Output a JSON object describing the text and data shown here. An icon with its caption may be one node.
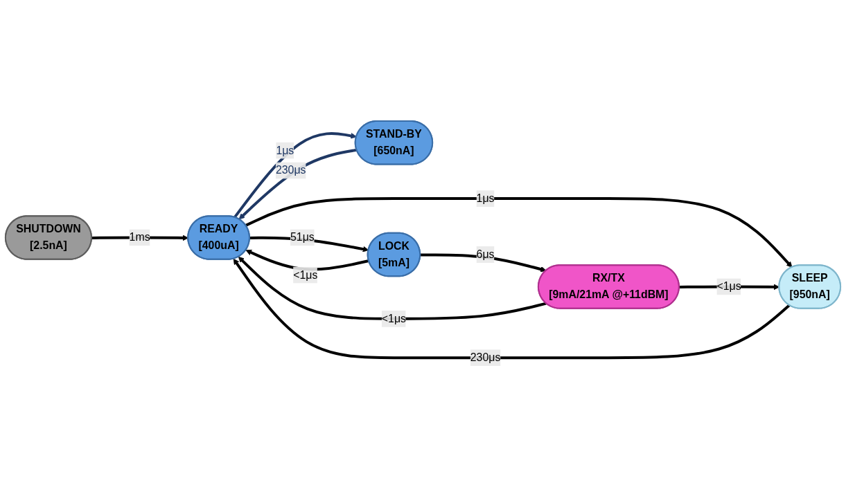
{
  "diagram": {
    "nodes": [
      {
        "text": [
          "SHUTDOWN",
          "[2.5nA]"
        ]
      },
      {
        "text": [
          "STAND-BY",
          "[650nA]"
        ]
      },
      {
        "text": [
          "READY",
          "[400uA]"
        ]
      },
      {
        "text": [
          "SLEEP",
          "[950nA]"
        ]
      },
      {
        "text": [
          "LOCK",
          "[5mA]"
        ]
      },
      {
        "text": [
          "RX/TX",
          "[9mA/21mA @+11dBM]"
        ]
      }
    ],
    "edges": [
      {
        "from": 0,
        "to": 2,
        "arrow": "to",
        "label": "1ms"
      },
      {
        "from": 2,
        "to": 1,
        "arrow": "to",
        "label": "1μs",
        "color": "#1f3864"
      },
      {
        "from": 1,
        "to": 2,
        "arrow": "to",
        "label": "230μs",
        "color": "#1f3864"
      },
      {
        "from": 3,
        "to": 2,
        "arrow": "to",
        "label": "230μs"
      },
      {
        "from": 2,
        "to": 3,
        "arrow": "to",
        "label": "1μs"
      },
      {
        "from": 2,
        "to": 4,
        "arrow": "to",
        "label": "51μs"
      },
      {
        "from": 4,
        "to": 2,
        "arrow": "to",
        "label": "<1μs"
      },
      {
        "from": 5,
        "to": 2,
        "arrow": "to",
        "label": "<1μs"
      },
      {
        "from": 5,
        "to": 3,
        "arrow": "to",
        "label": "<1μs"
      },
      {
        "from": 4,
        "to": 5,
        "arrow": "to",
        "label": "6μs"
      }
    ]
  }
}
